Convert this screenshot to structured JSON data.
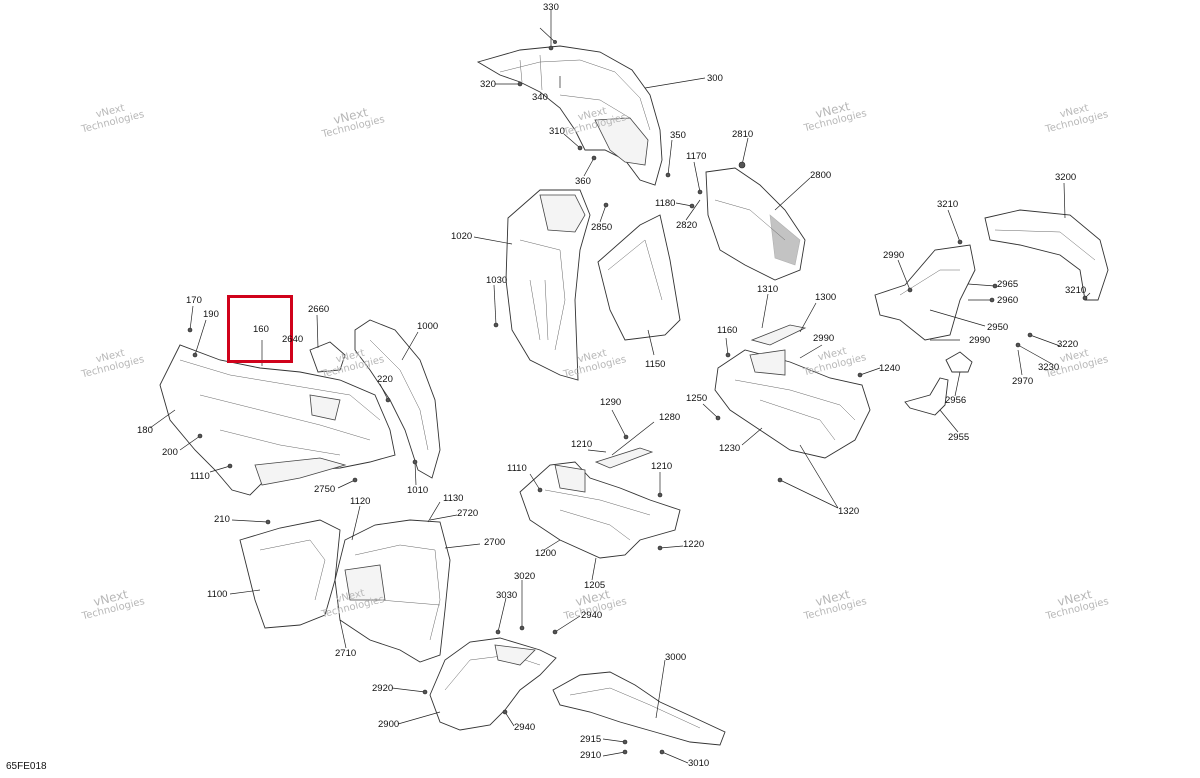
{
  "diagram_ref": "65FE018",
  "watermark": {
    "line1": "vNext",
    "line2": "Technologies"
  },
  "highlight": {
    "label": "160"
  },
  "callouts": [
    {
      "id": "330",
      "text": "330"
    },
    {
      "id": "300",
      "text": "300"
    },
    {
      "id": "320",
      "text": "320"
    },
    {
      "id": "340",
      "text": "340"
    },
    {
      "id": "310",
      "text": "310"
    },
    {
      "id": "350",
      "text": "350"
    },
    {
      "id": "360",
      "text": "360"
    },
    {
      "id": "2810",
      "text": "2810"
    },
    {
      "id": "1170",
      "text": "1170"
    },
    {
      "id": "2800",
      "text": "2800"
    },
    {
      "id": "1180",
      "text": "1180"
    },
    {
      "id": "2850",
      "text": "2850"
    },
    {
      "id": "2820",
      "text": "2820"
    },
    {
      "id": "3200",
      "text": "3200"
    },
    {
      "id": "3210a",
      "text": "3210"
    },
    {
      "id": "1020",
      "text": "1020"
    },
    {
      "id": "2990a",
      "text": "2990"
    },
    {
      "id": "2965",
      "text": "2965"
    },
    {
      "id": "2960",
      "text": "2960"
    },
    {
      "id": "3210b",
      "text": "3210"
    },
    {
      "id": "1030",
      "text": "1030"
    },
    {
      "id": "1310",
      "text": "1310"
    },
    {
      "id": "1300",
      "text": "1300"
    },
    {
      "id": "2950",
      "text": "2950"
    },
    {
      "id": "170",
      "text": "170"
    },
    {
      "id": "190",
      "text": "190"
    },
    {
      "id": "2660",
      "text": "2660"
    },
    {
      "id": "1000",
      "text": "1000"
    },
    {
      "id": "2640",
      "text": "2640"
    },
    {
      "id": "1160",
      "text": "1160"
    },
    {
      "id": "2990b",
      "text": "2990"
    },
    {
      "id": "2990c",
      "text": "2990"
    },
    {
      "id": "3220",
      "text": "3220"
    },
    {
      "id": "1150",
      "text": "1150"
    },
    {
      "id": "1240",
      "text": "1240"
    },
    {
      "id": "3230",
      "text": "3230"
    },
    {
      "id": "2970",
      "text": "2970"
    },
    {
      "id": "220",
      "text": "220"
    },
    {
      "id": "2956",
      "text": "2956"
    },
    {
      "id": "1290",
      "text": "1290"
    },
    {
      "id": "1250",
      "text": "1250"
    },
    {
      "id": "1280",
      "text": "1280"
    },
    {
      "id": "180",
      "text": "180"
    },
    {
      "id": "2955",
      "text": "2955"
    },
    {
      "id": "200",
      "text": "200"
    },
    {
      "id": "1210a",
      "text": "1210"
    },
    {
      "id": "1230",
      "text": "1230"
    },
    {
      "id": "1110a",
      "text": "1110"
    },
    {
      "id": "1110b",
      "text": "1110"
    },
    {
      "id": "1210b",
      "text": "1210"
    },
    {
      "id": "2750",
      "text": "2750"
    },
    {
      "id": "1010",
      "text": "1010"
    },
    {
      "id": "1130",
      "text": "1130"
    },
    {
      "id": "1120",
      "text": "1120"
    },
    {
      "id": "1320",
      "text": "1320"
    },
    {
      "id": "2720",
      "text": "2720"
    },
    {
      "id": "210",
      "text": "210"
    },
    {
      "id": "1220",
      "text": "1220"
    },
    {
      "id": "2700",
      "text": "2700"
    },
    {
      "id": "1200",
      "text": "1200"
    },
    {
      "id": "3020",
      "text": "3020"
    },
    {
      "id": "1205",
      "text": "1205"
    },
    {
      "id": "1100",
      "text": "1100"
    },
    {
      "id": "3030",
      "text": "3030"
    },
    {
      "id": "2940a",
      "text": "2940"
    },
    {
      "id": "3000",
      "text": "3000"
    },
    {
      "id": "2710",
      "text": "2710"
    },
    {
      "id": "2920",
      "text": "2920"
    },
    {
      "id": "2900",
      "text": "2900"
    },
    {
      "id": "2940b",
      "text": "2940"
    },
    {
      "id": "2915",
      "text": "2915"
    },
    {
      "id": "2910",
      "text": "2910"
    },
    {
      "id": "3010",
      "text": "3010"
    }
  ]
}
